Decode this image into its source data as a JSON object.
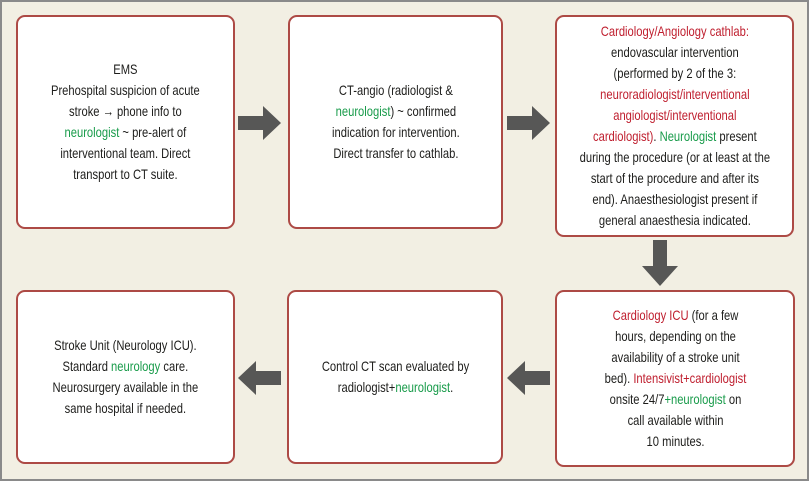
{
  "colors": {
    "background": "#f2efe3",
    "outer_border": "#8a8a8a",
    "box_bg": "#ffffff",
    "box_border": "#ad4a45",
    "arrow": "#575756",
    "ink": "#1d1d1b",
    "red": "#bf1e2e",
    "green": "#189b4a"
  },
  "boxes": [
    {
      "id": "ems",
      "segments": [
        {
          "c": "ink",
          "t": "EMS\nPrehospital suspicion of acute\nstroke → phone info to\n"
        },
        {
          "c": "green",
          "t": "neurologist"
        },
        {
          "c": "ink",
          "t": " ~ pre-alert of\ninterventional team. Direct\ntransport to CT suite."
        }
      ]
    },
    {
      "id": "ct-angio",
      "segments": [
        {
          "c": "ink",
          "t": "CT-angio (radiologist &\n"
        },
        {
          "c": "green",
          "t": "neurologist"
        },
        {
          "c": "ink",
          "t": ") ~ confirmed\nindication for intervention.\nDirect transfer to cathlab."
        }
      ]
    },
    {
      "id": "cathlab",
      "segments": [
        {
          "c": "red",
          "t": "Cardiology/Angiology cathlab:"
        },
        {
          "c": "ink",
          "t": "\nendovascular intervention\n(performed by 2 of the 3:\n"
        },
        {
          "c": "red",
          "t": "neuroradiologist/interventional\nangiologist/interventional\ncardiologist)"
        },
        {
          "c": "ink",
          "t": ". "
        },
        {
          "c": "green",
          "t": "Neurologist"
        },
        {
          "c": "ink",
          "t": " present\nduring the procedure (or at least at the\nstart of the procedure and after its\nend). Anaesthesiologist present if\ngeneral anaesthesia indicated."
        }
      ]
    },
    {
      "id": "cardiology-icu",
      "segments": [
        {
          "c": "red",
          "t": "Cardiology ICU"
        },
        {
          "c": "ink",
          "t": " (for a few\nhours, depending on the\navailability of a stroke unit\nbed). "
        },
        {
          "c": "red",
          "t": "Intensivist+cardiologist"
        },
        {
          "c": "ink",
          "t": "\nonsite 24/7"
        },
        {
          "c": "green",
          "t": "+neurologist"
        },
        {
          "c": "ink",
          "t": " on\ncall available within\n10 minutes."
        }
      ]
    },
    {
      "id": "control-ct",
      "segments": [
        {
          "c": "ink",
          "t": "Control CT scan evaluated by\nradiologist+"
        },
        {
          "c": "green",
          "t": "neurologist"
        },
        {
          "c": "ink",
          "t": "."
        }
      ]
    },
    {
      "id": "stroke-unit",
      "segments": [
        {
          "c": "ink",
          "t": "Stroke Unit (Neurology ICU).\nStandard "
        },
        {
          "c": "green",
          "t": "neurology"
        },
        {
          "c": "ink",
          "t": " care.\nNeurosurgery available in the\nsame hospital if needed."
        }
      ]
    }
  ],
  "arrows": [
    {
      "id": "arrow-ems-to-ct-angio",
      "direction": "right"
    },
    {
      "id": "arrow-ct-angio-to-cathlab",
      "direction": "right"
    },
    {
      "id": "arrow-cathlab-to-icu",
      "direction": "down"
    },
    {
      "id": "arrow-icu-to-control-ct",
      "direction": "left"
    },
    {
      "id": "arrow-control-ct-to-stroke-unit",
      "direction": "left"
    }
  ]
}
